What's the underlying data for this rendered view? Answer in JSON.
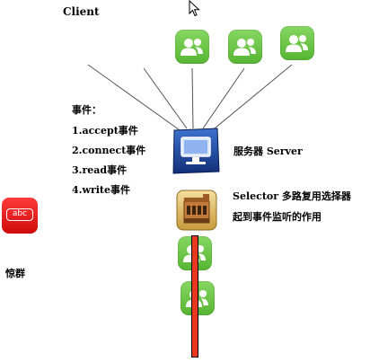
{
  "client": {
    "label": "Client"
  },
  "events": {
    "title": "事件：",
    "items": [
      "1.accept事件",
      "2.connect事件",
      "3.read事件",
      "4.write事件"
    ]
  },
  "server": {
    "label": "服务器 Server"
  },
  "selector": {
    "line1": "Selector 多路复用选择器",
    "line2": "起到事件监听的作用"
  },
  "app": {
    "icon_text": "abc",
    "label": "惊群"
  },
  "icons": {
    "user": "user-group-icon",
    "server": "monitor-icon",
    "selector": "building-icon",
    "app": "abc-app-icon",
    "cursor": "cursor-icon"
  },
  "colors": {
    "user_green": "#6cc74a",
    "app_red": "#e21a1a",
    "bar_red": "#e8381f",
    "server_blue": "#1f4fa8"
  }
}
